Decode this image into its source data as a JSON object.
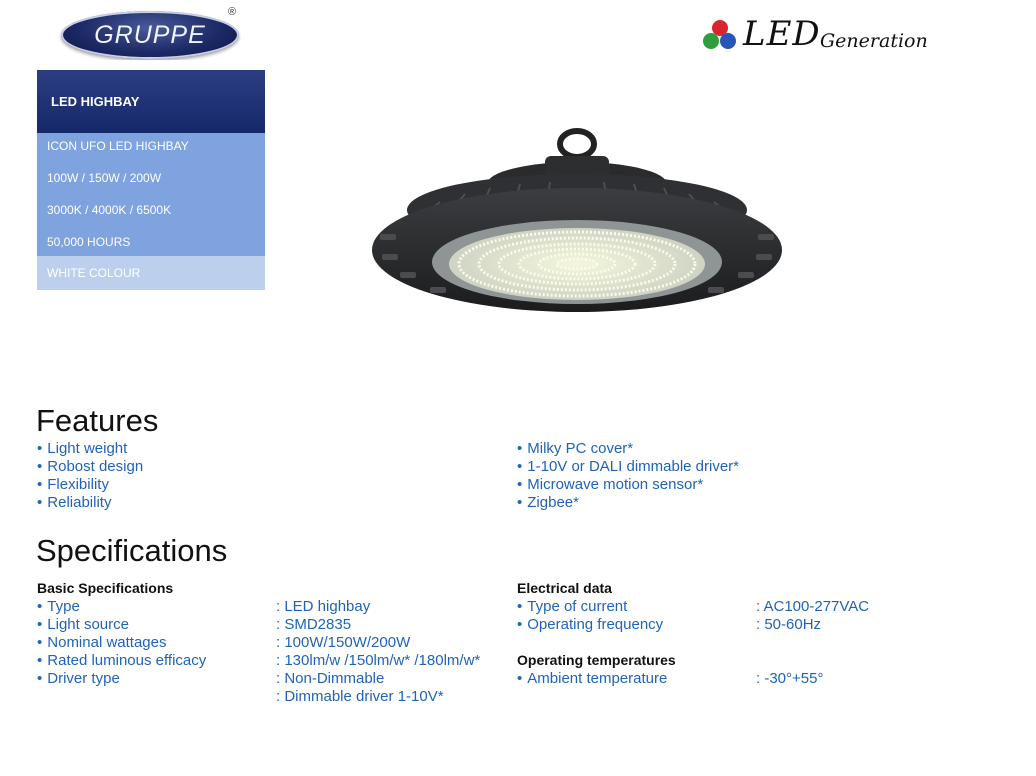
{
  "logo": {
    "text": "GRUPPE",
    "registered": "®"
  },
  "brand": {
    "led": "LED",
    "generation": "Generation",
    "dot_colors": [
      "#d8262e",
      "#2f9e3a",
      "#2a55b8"
    ]
  },
  "sidebar": {
    "title": "LED HIGHBAY",
    "items": [
      "ICON UFO LED HIGHBAY",
      "100W / 150W / 200W",
      "3000K / 4000K / 6500K",
      "50,000 HOURS",
      "WHITE COLOUR"
    ],
    "colors": {
      "header": "#1f3174",
      "list": "#7ea3de",
      "last": "#bcd0ee"
    }
  },
  "features": {
    "heading": "Features",
    "bullet": "•",
    "left": [
      "Light weight",
      "Robost design",
      "Flexibility",
      "Reliability"
    ],
    "right": [
      "Milky PC cover*",
      "1-10V or DALI dimmable driver*",
      "Microwave motion sensor*",
      "Zigbee*"
    ]
  },
  "specifications": {
    "heading": "Specifications",
    "basic": {
      "title": "Basic Specifications",
      "rows": [
        {
          "label": "Type",
          "value": ": LED highbay"
        },
        {
          "label": "Light source",
          "value": ": SMD2835"
        },
        {
          "label": "Nominal wattages",
          "value": ": 100W/150W/200W"
        },
        {
          "label": "Rated luminous efficacy",
          "value": ": 130lm/w /150lm/w* /180lm/w*"
        },
        {
          "label": "Driver type",
          "value": ": Non-Dimmable"
        }
      ],
      "extra_value": ": Dimmable driver 1-10V*"
    },
    "electrical": {
      "title": "Electrical data",
      "rows": [
        {
          "label": "Type of current",
          "value": ": AC100-277VAC"
        },
        {
          "label": "Operating frequency",
          "value": ": 50-60Hz"
        }
      ]
    },
    "temperatures": {
      "title": "Operating temperatures",
      "rows": [
        {
          "label": "Ambient temperature",
          "value": ": -30°+55°"
        }
      ]
    }
  },
  "accent_color": "#1f63b8"
}
